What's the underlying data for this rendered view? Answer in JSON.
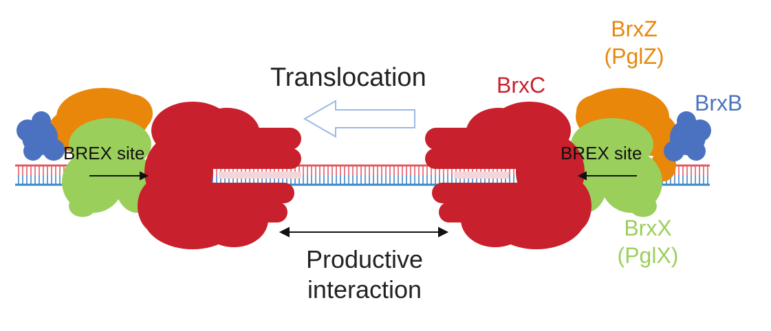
{
  "labels": {
    "translocation": "Translocation",
    "brxc": "BrxC",
    "brxz": "BrxZ",
    "brxz_alt": "(PglZ)",
    "brxb": "BrxB",
    "brex_site": "BREX site",
    "brxx": "BrxX",
    "brxx_alt": "(PglX)",
    "productive_line1": "Productive",
    "productive_line2": "interaction"
  },
  "colors": {
    "brxc": "#c8202c",
    "brxz": "#e8870a",
    "brxb": "#4a72c0",
    "brxx": "#9bcf5c",
    "translocation_arrow": "#9cb8e6",
    "dna_top": "#e05a64",
    "dna_bottom": "#3a86c8"
  }
}
